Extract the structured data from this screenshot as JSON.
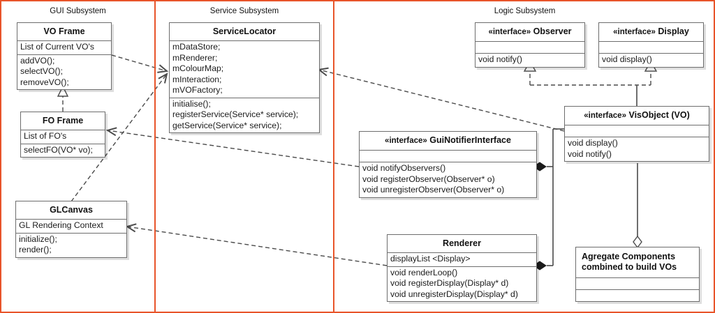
{
  "diagram": {
    "type": "uml-class-diagram",
    "border_color": "#e8542a",
    "box_border_color": "#6d6d6d"
  },
  "zones": [
    {
      "name": "gui",
      "title": "GUI Subsystem"
    },
    {
      "name": "service",
      "title": "Service Subsystem"
    },
    {
      "name": "logic",
      "title": "Logic Subsystem"
    }
  ],
  "classes": {
    "vo_frame": {
      "title": "VO Frame",
      "attributes": [
        "List of Current VO's"
      ],
      "operations": [
        "addVO();",
        "selectVO();",
        "removeVO();"
      ]
    },
    "fo_frame": {
      "title": "FO Frame",
      "attributes": [
        "List of FO's"
      ],
      "operations": [
        "selectFO(VO* vo);"
      ]
    },
    "glcanvas": {
      "title": "GLCanvas",
      "attributes": [
        "GL Rendering Context"
      ],
      "operations": [
        "initialize();",
        "render();"
      ]
    },
    "service_locator": {
      "title": "ServiceLocator",
      "attributes": [
        "mDataStore;",
        "mRenderer;",
        "mColourMap;",
        "mInteraction;",
        "mVOFactory;"
      ],
      "operations": [
        "initialise();",
        "registerService(Service* service);",
        "getService(Service* service);"
      ]
    },
    "observer": {
      "stereotype": "«interface»",
      "title": "Observer",
      "attributes": [],
      "operations": [
        "void notify()"
      ]
    },
    "display": {
      "stereotype": "«interface»",
      "title": "Display",
      "attributes": [],
      "operations": [
        "void display()"
      ]
    },
    "visobject": {
      "stereotype": "«interface»",
      "title": "VisObject (VO)",
      "attributes": [],
      "operations": [
        "void display()",
        "void notify()"
      ]
    },
    "gui_notifier": {
      "stereotype": "«interface»",
      "title": "GuiNotifierInterface",
      "attributes": [],
      "operations": [
        "void notifyObservers()",
        "void registerObserver(Observer* o)",
        "void unregisterObserver(Observer* o)"
      ]
    },
    "renderer": {
      "title": "Renderer",
      "attributes": [
        "displayList <Display>"
      ],
      "operations": [
        "void renderLoop()",
        "void registerDisplay(Display* d)",
        "void unregisterDisplay(Display* d)"
      ]
    },
    "agregate": {
      "title": "Agregate Components combined to build VOs",
      "attributes": [],
      "operations": []
    }
  },
  "relationships": [
    {
      "name": "fo-frame-generalizes-vo-frame",
      "kind": "realization",
      "from": "fo_frame",
      "to": "vo_frame"
    },
    {
      "name": "vo-frame-depends-service-locator",
      "kind": "dependency",
      "from": "vo_frame",
      "to": "service_locator"
    },
    {
      "name": "glcanvas-depends-service-locator",
      "kind": "dependency",
      "from": "glcanvas",
      "to": "service_locator"
    },
    {
      "name": "gui-notifier-depends-fo-frame",
      "kind": "dependency",
      "from": "gui_notifier",
      "to": "fo_frame"
    },
    {
      "name": "renderer-depends-glcanvas",
      "kind": "dependency",
      "from": "renderer",
      "to": "glcanvas"
    },
    {
      "name": "visobject-depends-service-locator",
      "kind": "dependency",
      "from": "visobject",
      "to": "service_locator"
    },
    {
      "name": "visobject-realizes-observer",
      "kind": "realization",
      "from": "visobject",
      "to": "observer"
    },
    {
      "name": "visobject-realizes-display",
      "kind": "realization",
      "from": "visobject",
      "to": "display"
    },
    {
      "name": "visobject-composes-gui-notifier",
      "kind": "composition",
      "from": "visobject",
      "to": "gui_notifier"
    },
    {
      "name": "visobject-composes-renderer",
      "kind": "composition",
      "from": "visobject",
      "to": "renderer"
    },
    {
      "name": "visobject-aggregates-agregate",
      "kind": "aggregation",
      "from": "visobject",
      "to": "agregate"
    }
  ]
}
